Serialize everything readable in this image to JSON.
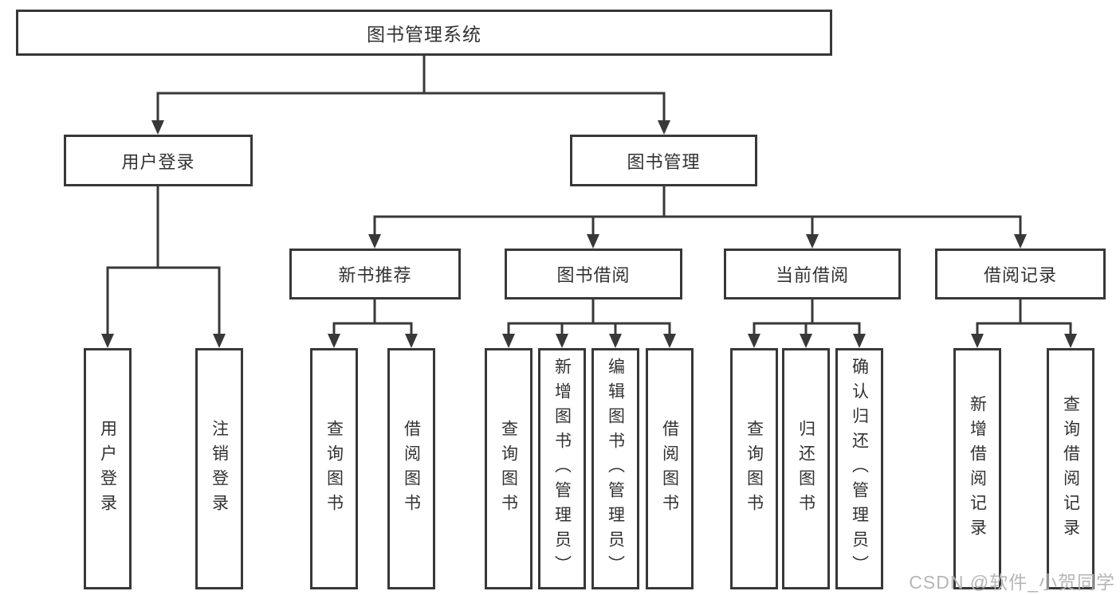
{
  "diagram": {
    "title": "图书管理系统",
    "tree": {
      "label": "图书管理系统",
      "children": [
        {
          "label": "用户登录",
          "children": [
            {
              "label": "用户登录"
            },
            {
              "label": "注销登录"
            }
          ]
        },
        {
          "label": "图书管理",
          "children": [
            {
              "label": "新书推荐",
              "children": [
                {
                  "label": "查询图书"
                },
                {
                  "label": "借阅图书"
                }
              ]
            },
            {
              "label": "图书借阅",
              "children": [
                {
                  "label": "查询图书"
                },
                {
                  "label": "新增图书（管理员）"
                },
                {
                  "label": "编辑图书（管理员）"
                },
                {
                  "label": "借阅图书"
                }
              ]
            },
            {
              "label": "当前借阅",
              "children": [
                {
                  "label": "查询图书"
                },
                {
                  "label": "归还图书"
                },
                {
                  "label": "确认归还（管理员）"
                }
              ]
            },
            {
              "label": "借阅记录",
              "children": [
                {
                  "label": "新增借阅记录"
                },
                {
                  "label": "查询借阅记录"
                }
              ]
            }
          ]
        }
      ]
    },
    "colors": {
      "line": "#383838",
      "box_border": "#383838",
      "box_fill": "#ffffff",
      "text": "#323232",
      "watermark": "#b6b6b6",
      "background": "#ffffff"
    }
  },
  "watermark": {
    "text": "CSDN @软件_小贺同学"
  }
}
